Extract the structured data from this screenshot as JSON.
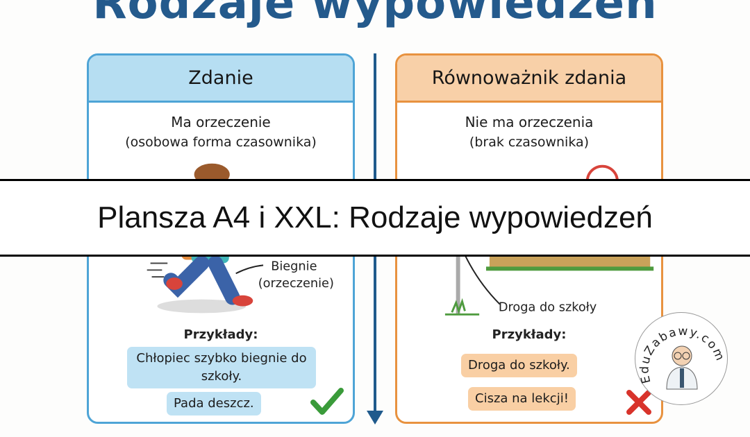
{
  "poster_title": "Rodzaje wypowiedzeń",
  "left": {
    "heading": "Zdanie",
    "line1": "Ma orzeczenie",
    "line2": "(osobowa forma czasownika)",
    "label_line1": "Biegnie",
    "label_line2": "(orzeczenie)",
    "examples_title": "Przykłady:",
    "examples": [
      "Chłopiec szybko biegnie do szkoły.",
      "Pada deszcz."
    ],
    "mark_icon": "check-icon",
    "color": "#4ea4d6"
  },
  "right": {
    "heading": "Równoważnik zdania",
    "line1": "Nie ma orzeczenia",
    "line2": "(brak czasownika)",
    "label": "Droga do szkoły",
    "examples_title": "Przykłady:",
    "examples": [
      "Droga do szkoły.",
      "Cisza na lekcji!"
    ],
    "mark_icon": "cross-icon",
    "color": "#e8923f"
  },
  "banner": {
    "text": "Plansza A4 i XXL: Rodzaje wypowiedzeń"
  },
  "logo": {
    "text": "EduZabawy.com"
  }
}
